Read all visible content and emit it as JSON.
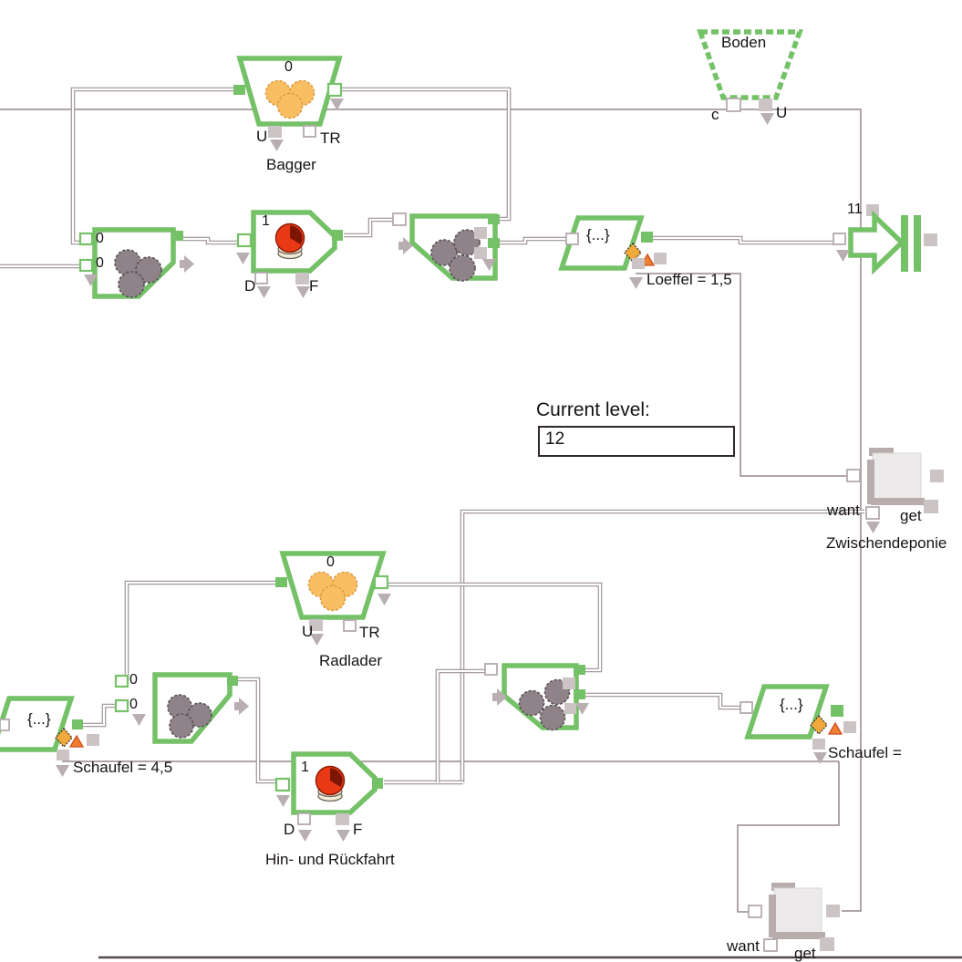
{
  "colors": {
    "element_green": "#74c167",
    "wire_gray": "#9b8f95",
    "signal_gray": "#95878d",
    "token_orange": "#f9be62",
    "token_gray": "#8f8288",
    "clock_red": "#ea3a15",
    "warning_orange": "#ee8030",
    "port_gray": "#cbc3c4",
    "background": "#ffffff"
  },
  "top": {
    "bagger": {
      "count": "0",
      "u": "U",
      "tr": "TR",
      "name": "Bagger"
    },
    "boden": {
      "name": "Boden",
      "c": "c",
      "u": "U"
    },
    "exit": {
      "count": "11"
    },
    "queue_in": {
      "p1": "0",
      "p2": "0"
    },
    "drive": {
      "count": "1",
      "d": "D",
      "f": "F"
    },
    "assign": {
      "glyph": "{...}",
      "label": "Loeffel = 1,5"
    },
    "level": {
      "label": "Current level:",
      "value": "12"
    },
    "depot": {
      "want": "want",
      "get": "get",
      "name": "Zwischendeponie"
    }
  },
  "bottom": {
    "radlader": {
      "count": "0",
      "u": "U",
      "tr": "TR",
      "name": "Radlader"
    },
    "assign_left": {
      "glyph": "{...}",
      "label": "Schaufel = 4,5"
    },
    "queue_in": {
      "p1": "0",
      "p2": "0"
    },
    "drive": {
      "count": "1",
      "d": "D",
      "f": "F",
      "name": "Hin- und Rückfahrt"
    },
    "queue_out": {},
    "assign_right": {
      "glyph": "{...}",
      "label": "Schaufel ="
    },
    "sink": {
      "want": "want",
      "get": "get"
    }
  }
}
